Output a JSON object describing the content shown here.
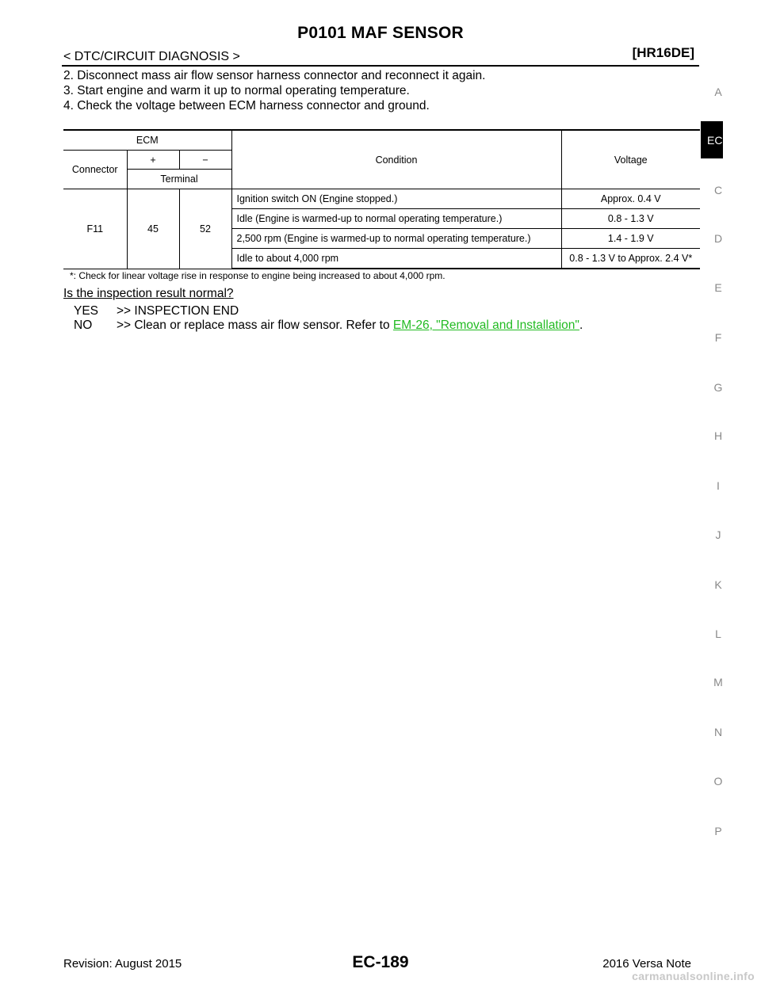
{
  "header": {
    "title": "P0101 MAF SENSOR",
    "breadcrumb": "< DTC/CIRCUIT DIAGNOSIS >",
    "engine_code": "[HR16DE]"
  },
  "steps": [
    "2. Disconnect mass air flow sensor harness connector and reconnect it again.",
    "3. Start engine and warm it up to normal operating temperature.",
    "4. Check the voltage between ECM harness connector and ground."
  ],
  "table": {
    "header": {
      "ecm": "ECM",
      "condition": "Condition",
      "voltage": "Voltage",
      "connector": "Connector",
      "plus": "+",
      "minus": "−",
      "terminal": "Terminal"
    },
    "connector": "F11",
    "plus_terminal": "45",
    "minus_terminal": "52",
    "rows": [
      {
        "condition": "Ignition switch ON (Engine stopped.)",
        "voltage": "Approx. 0.4 V"
      },
      {
        "condition": "Idle (Engine is warmed-up to normal operating temperature.)",
        "voltage": "0.8 - 1.3 V"
      },
      {
        "condition": "2,500 rpm (Engine is warmed-up to normal operating temperature.)",
        "voltage": "1.4 - 1.9 V"
      },
      {
        "condition": "Idle to about 4,000 rpm",
        "voltage": "0.8 - 1.3 V to Approx. 2.4 V*"
      }
    ],
    "footnote": "*: Check for linear voltage rise in response to engine being increased to about 4,000 rpm."
  },
  "question": "Is the inspection result normal?",
  "answers": {
    "yes_label": "YES",
    "yes_text": ">> INSPECTION END",
    "no_label": "NO",
    "no_text": ">> Clean or replace mass air flow sensor. Refer to ",
    "no_link": "EM-26, \"Removal and Installation\"",
    "no_end": "."
  },
  "side_index": {
    "active": "EC",
    "letters": [
      "A",
      "C",
      "D",
      "E",
      "F",
      "G",
      "H",
      "I",
      "J",
      "K",
      "L",
      "M",
      "N",
      "O",
      "P"
    ]
  },
  "footer": {
    "revision": "Revision: August 2015",
    "page": "EC-189",
    "model": "2016 Versa Note",
    "watermark": "carmanualsonline.info"
  },
  "colors": {
    "link": "#22bb22",
    "side_letters": "#888888"
  }
}
